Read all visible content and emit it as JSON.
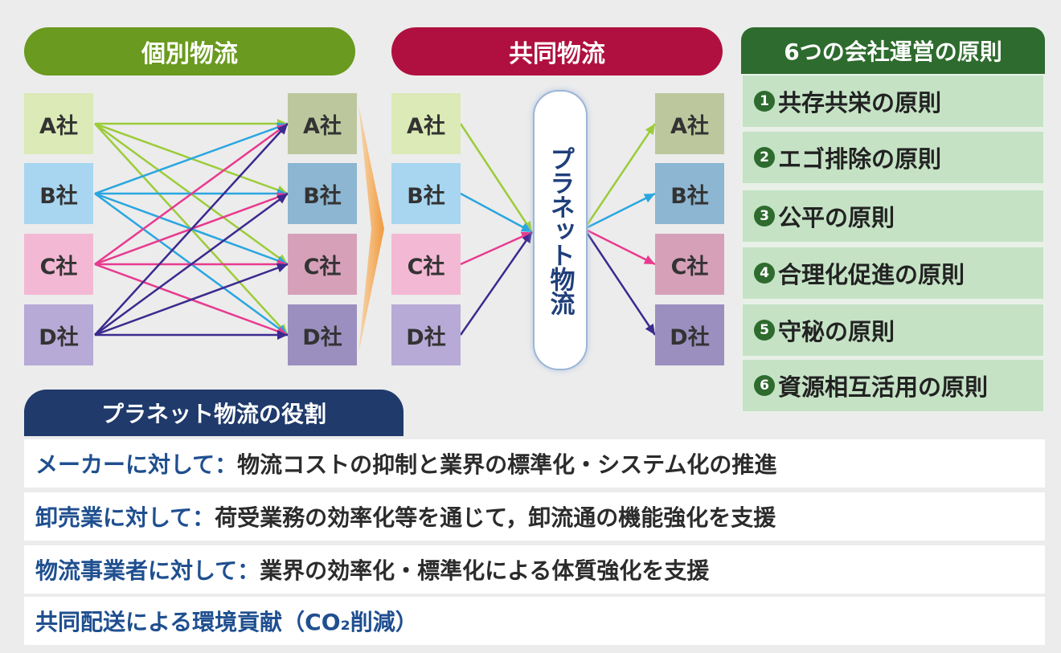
{
  "individual": {
    "title": "個別物流",
    "color": "#6a9a1f",
    "shippers": [
      "A社",
      "B社",
      "C社",
      "D社"
    ],
    "receivers": [
      "A社",
      "B社",
      "C社",
      "D社"
    ]
  },
  "joint": {
    "title": "共同物流",
    "color": "#b0103f",
    "shippers": [
      "A社",
      "B社",
      "C社",
      "D社"
    ],
    "hub": "プラネット物流",
    "receivers": [
      "A社",
      "B社",
      "C社",
      "D社"
    ]
  },
  "box_colors": {
    "left": [
      "#dbeab6",
      "#a8d6f0",
      "#f3b8d4",
      "#b7aad6"
    ],
    "right": [
      "#bcc79e",
      "#8cb6d2",
      "#d6a0b9",
      "#9b8fbf"
    ]
  },
  "line_colors": [
    "#9ccc3a",
    "#2aa6e0",
    "#e83a8f",
    "#3b2a8f"
  ],
  "principles": {
    "title": "6つの会社運営の原則",
    "items": [
      {
        "num": "1",
        "label": "共存共栄の原則"
      },
      {
        "num": "2",
        "label": "エゴ排除の原則"
      },
      {
        "num": "3",
        "label": "公平の原則"
      },
      {
        "num": "4",
        "label": "合理化促進の原則"
      },
      {
        "num": "5",
        "label": "守秘の原則"
      },
      {
        "num": "6",
        "label": "資源相互活用の原則"
      }
    ]
  },
  "roles": {
    "title": "プラネット物流の役割",
    "items": [
      {
        "label": "メーカーに対して：",
        "text": "物流コストの抑制と業界の標準化・システム化の推進"
      },
      {
        "label": "卸売業に対して：",
        "text": "荷受業務の効率化等を通じて，卸流通の機能強化を支援"
      },
      {
        "label": "物流事業者に対して：",
        "text": "業界の効率化・標準化による体質強化を支援"
      },
      {
        "label": "共同配送による環境貢献（CO₂削減）",
        "text": ""
      }
    ]
  }
}
